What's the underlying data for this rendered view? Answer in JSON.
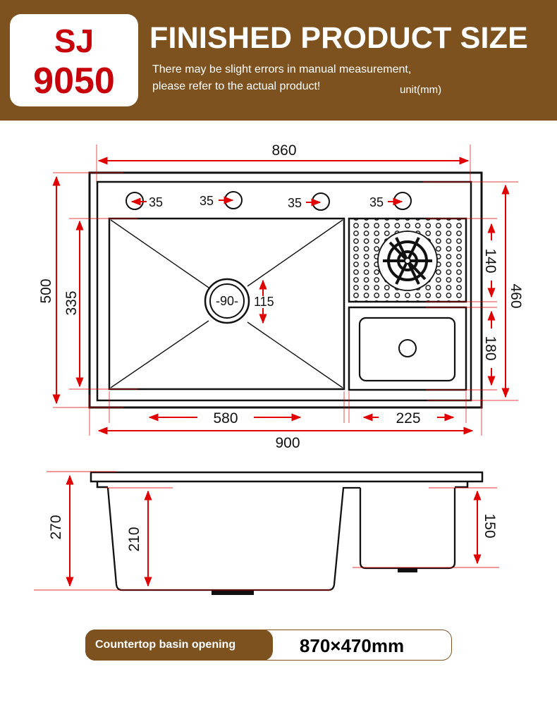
{
  "header": {
    "model_line1": "SJ",
    "model_line2": "9050",
    "title": "FINISHED PRODUCT SIZE",
    "note_line1": "There may be slight errors in manual measurement,",
    "note_line2": "please refer to the actual product!",
    "unit": "unit(mm)"
  },
  "top_view": {
    "overall_inner_width": "860",
    "overall_width": "900",
    "overall_depth": "500",
    "inner_depth": "460",
    "main_bowl_depth": "335",
    "main_bowl_width": "580",
    "side_width": "225",
    "drain_diameter": "-90-",
    "drain_ring": "115",
    "rinser_depth": "140",
    "small_bowl_depth": "180",
    "tap_holes": [
      "35",
      "35",
      "35",
      "35"
    ]
  },
  "side_view": {
    "total_height": "270",
    "main_bowl_height": "210",
    "small_bowl_height": "150"
  },
  "opening": {
    "label": "Countertop basin opening",
    "value": "870×470mm"
  },
  "colors": {
    "brand_brown": "#7d521f",
    "model_red": "#c8000a",
    "dimension_red": "#e00000",
    "line_black": "#111111"
  }
}
